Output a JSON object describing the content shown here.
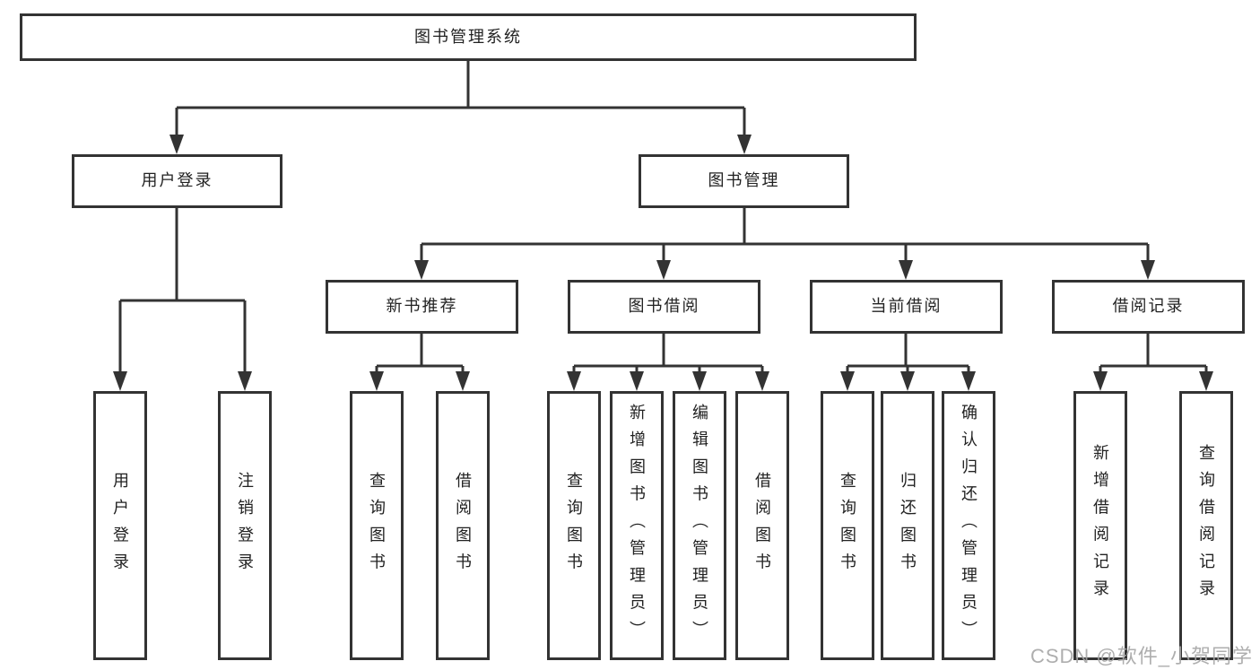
{
  "colors": {
    "line": "#333333",
    "text": "#222222",
    "watermark": "#a6a6a6",
    "background": "#ffffff"
  },
  "root": {
    "label": "图书管理系统"
  },
  "branches": [
    {
      "label": "用户登录",
      "children": [
        {
          "label": "用户登录"
        },
        {
          "label": "注销登录"
        }
      ]
    },
    {
      "label": "图书管理",
      "children": [
        {
          "label": "新书推荐",
          "children": [
            {
              "label": "查询图书"
            },
            {
              "label": "借阅图书"
            }
          ]
        },
        {
          "label": "图书借阅",
          "children": [
            {
              "label": "查询图书"
            },
            {
              "label": "新增图书（管理员）"
            },
            {
              "label": "编辑图书（管理员）"
            },
            {
              "label": "借阅图书"
            }
          ]
        },
        {
          "label": "当前借阅",
          "children": [
            {
              "label": "查询图书"
            },
            {
              "label": "归还图书"
            },
            {
              "label": "确认归还（管理员）"
            }
          ]
        },
        {
          "label": "借阅记录",
          "children": [
            {
              "label": "新增借阅记录"
            },
            {
              "label": "查询借阅记录"
            }
          ]
        }
      ]
    }
  ],
  "watermark": {
    "text": "CSDN @软件_小贺同学"
  }
}
